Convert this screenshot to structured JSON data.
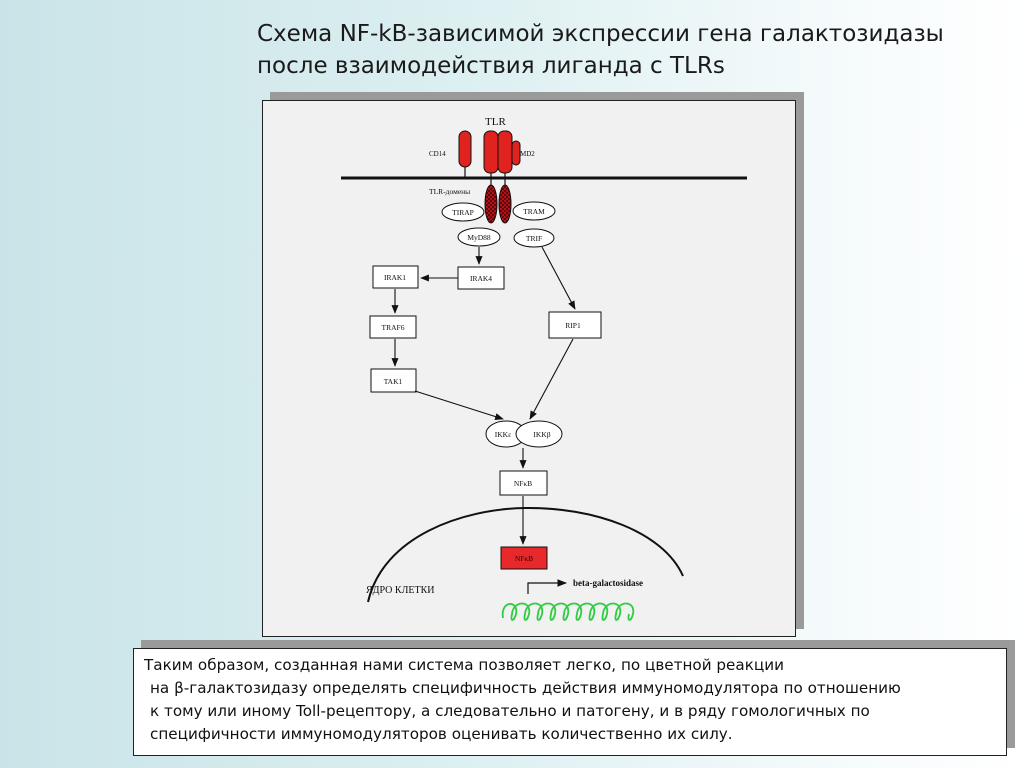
{
  "title": {
    "line1": "Схема NF-kB-зависимой экспрессии гена галактозидазы",
    "line2": "после взаимодействия лиганда с TLRs"
  },
  "diagram": {
    "tlr": "TLR",
    "cd14": "CD14",
    "md2": "MD2",
    "tlr_domains": "TLR-домены",
    "tirap": "TIRAP",
    "tram": "TRAM",
    "myd88": "MyD88",
    "trif": "TRIF",
    "irak1": "IRAK1",
    "irak4": "IRAK4",
    "traf6": "TRAF6",
    "rip1": "RIP1",
    "tak1": "TAK1",
    "ikke": "IKKε",
    "ikkb": "IKKβ",
    "nfkb_cytoplasm": "NFκB",
    "nfkb_nucleus": "NFκB",
    "nucleus": "ЯДРО КЛЕТКИ",
    "gene": "beta-galactosidase",
    "colors": {
      "receptor": "#e0231f",
      "nfkb_nucleus": "#e8282a",
      "gene_coil": "#2ecc40"
    }
  },
  "caption": {
    "line1": "Таким образом, созданная нами система позволяет легко, по цветной реакции",
    "line2": "на β-галактозидазу определять специфичность действия иммуномодулятора по отношению",
    "line3": "к тому или иному Toll-рецептору, а следовательно и патогену, и в ряду гомологичных по",
    "line4": "специфичности иммуномодуляторов оценивать количественно их силу."
  }
}
